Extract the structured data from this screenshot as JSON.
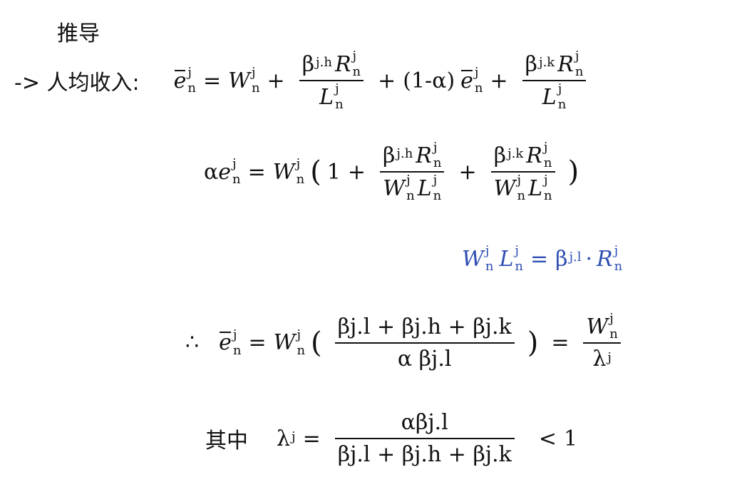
{
  "title": "推导",
  "lines": {
    "l1_prefix": "-> 人均收入:",
    "l1_e": "e",
    "l1_eq": "=",
    "l1_W": "W",
    "l1_plus": "+",
    "l1_f1_beta": "β",
    "l1_f1_sup": "j.h",
    "l1_f1_R": "R",
    "l1_f1_L": "L",
    "l1_plus2": "+",
    "l1_oneminus": "(1-α)",
    "l1_e2": "e",
    "l1_plus3": "+",
    "l1_f2_beta": "β",
    "l1_f2_sup": "j.k",
    "l1_f2_R": "R",
    "l1_f2_L": "L",
    "l2_alpha": "α",
    "l2_e": "e",
    "l2_eq": "=",
    "l2_W": "W",
    "l2_lparen": "(",
    "l2_one": "1",
    "l2_plus": "+",
    "l2_f1_beta": "β",
    "l2_f1_sup": "j.h",
    "l2_f1_R": "R",
    "l2_f1_W": "W",
    "l2_f1_L": "L",
    "l2_plus2": "+",
    "l2_f2_beta": "β",
    "l2_f2_sup": "j.k",
    "l2_f2_R": "R",
    "l2_f2_W": "W",
    "l2_f2_L": "L",
    "l2_rparen": ")",
    "l3_W": "W",
    "l3_L": "L",
    "l3_eq": "=",
    "l3_beta": "β",
    "l3_sup": "j.l",
    "l3_dot": "·",
    "l3_R": "R",
    "l4_therefore": "∴",
    "l4_e": "e",
    "l4_eq": "=",
    "l4_W": "W",
    "l4_lparen": "(",
    "l4_num": "βj.l + βj.h + βj.k",
    "l4_den": "α βj.l",
    "l4_rparen": ")",
    "l4_eq2": "=",
    "l4_rhs_num": "W",
    "l4_rhs_den": "λ",
    "l5_label": "其中",
    "l5_lambda": "λ",
    "l5_eq": "=",
    "l5_num": "αβj.l",
    "l5_den": "βj.l + βj.h + βj.k",
    "l5_lt": "<",
    "l5_one": "1"
  },
  "indices": {
    "sup_j": "j",
    "sub_n": "n"
  },
  "colors": {
    "ink": "#111111",
    "blue": "#2f4fb2"
  }
}
